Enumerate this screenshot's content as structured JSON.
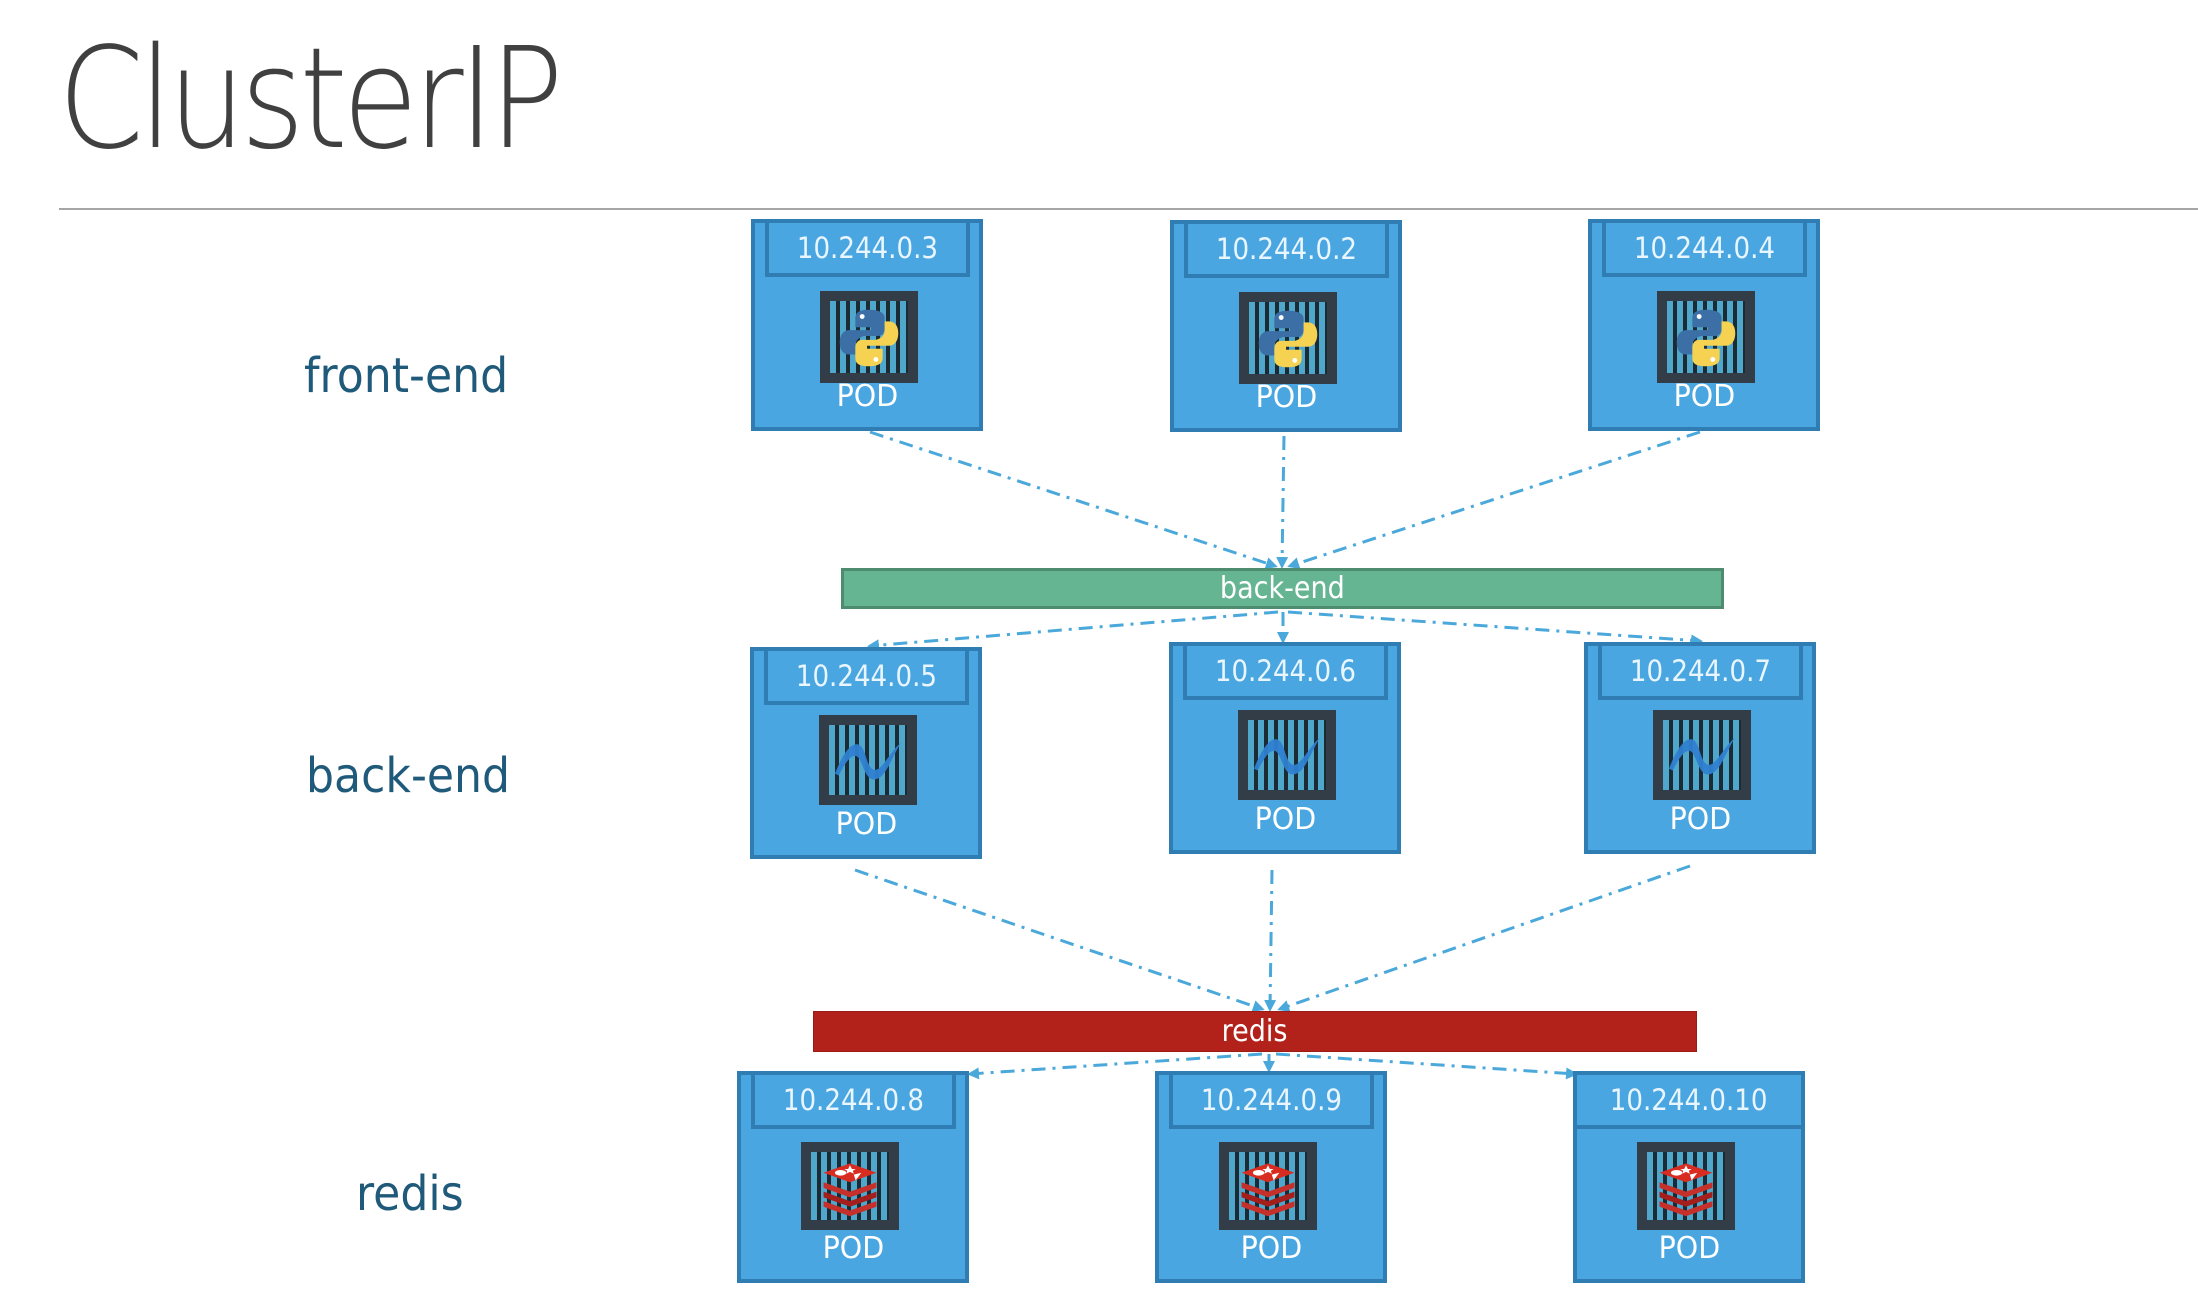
{
  "slide": {
    "title": "ClusterIP"
  },
  "tiers": [
    {
      "label": "front-end",
      "icon": "python-container-icon",
      "pods": [
        {
          "ip": "10.244.0.3",
          "label": "POD"
        },
        {
          "ip": "10.244.0.2",
          "label": "POD"
        },
        {
          "ip": "10.244.0.4",
          "label": "POD"
        }
      ]
    },
    {
      "label": "back-end",
      "icon": "dotnet-container-icon",
      "pods": [
        {
          "ip": "10.244.0.5",
          "label": "POD"
        },
        {
          "ip": "10.244.0.6",
          "label": "POD"
        },
        {
          "ip": "10.244.0.7",
          "label": "POD"
        }
      ]
    },
    {
      "label": "redis",
      "icon": "redis-container-icon",
      "pods": [
        {
          "ip": "10.244.0.8",
          "label": "POD"
        },
        {
          "ip": "10.244.0.9",
          "label": "POD"
        },
        {
          "ip": "10.244.0.10",
          "label": "POD"
        }
      ]
    }
  ],
  "services": [
    {
      "name": "back-end",
      "color": "#66b592"
    },
    {
      "name": "redis",
      "color": "#b3221a"
    }
  ],
  "colors": {
    "pod_fill": "#4aa6e0",
    "pod_border": "#2f7db3",
    "arrow": "#4aa8da",
    "label_text": "#1f5a7a",
    "title_text": "#404040"
  }
}
